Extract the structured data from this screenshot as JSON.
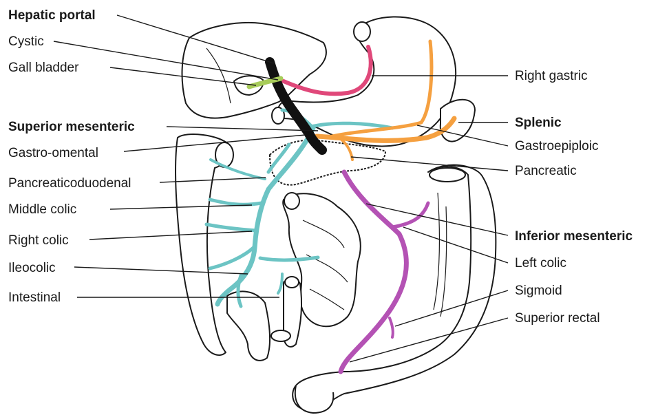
{
  "labels_left": {
    "hepatic_portal": "Hepatic portal",
    "cystic": "Cystic",
    "gall_bladder": "Gall bladder",
    "superior_mesenteric": "Superior mesenteric",
    "gastro_omental": "Gastro-omental",
    "pancreaticoduodenal": "Pancreaticoduodenal",
    "middle_colic": "Middle colic",
    "right_colic": "Right colic",
    "ileocolic": "Ileocolic",
    "intestinal": "Intestinal"
  },
  "labels_right": {
    "right_gastric": "Right gastric",
    "splenic": "Splenic",
    "gastroepiploic": "Gastroepiploic",
    "pancreatic": "Pancreatic",
    "inferior_mesenteric": "Inferior mesenteric",
    "left_colic": "Left colic",
    "sigmoid": "Sigmoid",
    "superior_rectal": "Superior rectal"
  },
  "colors": {
    "hepatic_portal": "#111111",
    "cystic": "#a8cc5a",
    "right_gastric": "#e0487a",
    "superior_mesenteric": "#6cc4c4",
    "splenic": "#f5a040",
    "inferior_mesenteric": "#b452b4"
  }
}
